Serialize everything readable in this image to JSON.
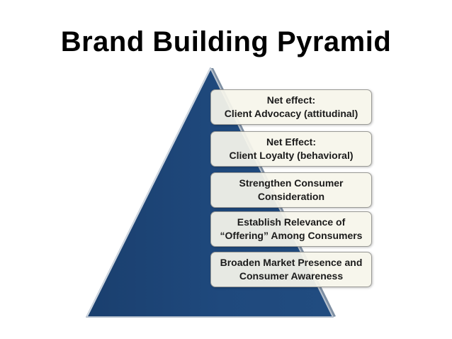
{
  "slide": {
    "title": "Brand Building Pyramid"
  },
  "pyramid": {
    "fill_color": "#1f497d",
    "edge_color": "#a6b4c4",
    "levels": [
      "Net effect:\nClient Advocacy (attitudinal)",
      "Net Effect:\nClient Loyalty (behavioral)",
      "Strengthen Consumer\nConsideration",
      "Establish Relevance of\n“Offering”  Among Consumers",
      "Broaden Market Presence and\nConsumer Awareness"
    ]
  }
}
